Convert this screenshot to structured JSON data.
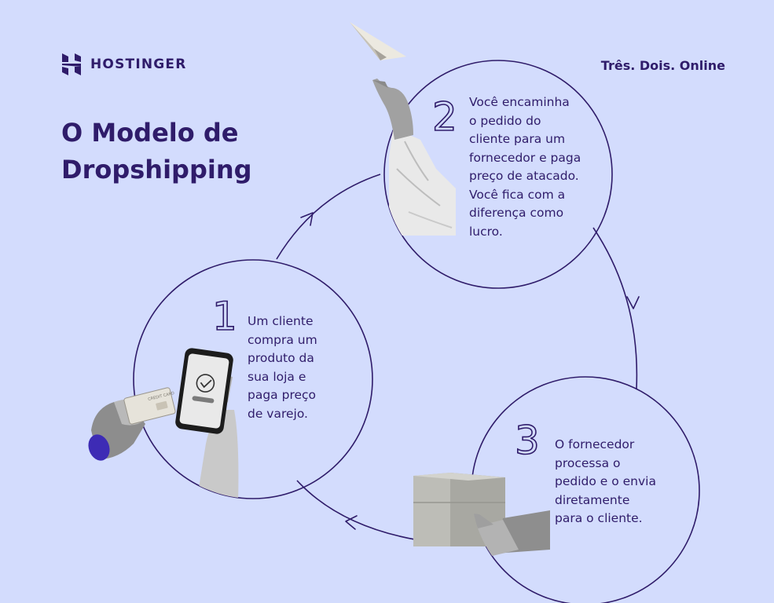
{
  "brand": {
    "name": "HOSTINGER",
    "logo_icon": "hostinger-logo-icon",
    "tagline": "Três. Dois. Online"
  },
  "title": "O Modelo de\nDropshipping",
  "colors": {
    "background": "#d3dcfd",
    "ink": "#2f1c6a",
    "accent": "#5a3fd1"
  },
  "steps": [
    {
      "number": "1",
      "text": "Um cliente\ncompra um\nproduto da\nsua loja e\npaga preço\nde varejo.",
      "illustration": "hands-phone-credit-card-icon"
    },
    {
      "number": "2",
      "text": "Você encaminha\no pedido do\ncliente para um\nfornecedor e paga\npreço de atacado.\nVocê fica com a\ndiferença como\nlucro.",
      "illustration": "hand-paper-plane-icon"
    },
    {
      "number": "3",
      "text": "O fornecedor\nprocessa o\npedido e o envia\ndiretamente\npara o cliente.",
      "illustration": "hands-cardboard-box-icon"
    }
  ],
  "illustration_text": {
    "card_label": "CREDIT CARD"
  }
}
